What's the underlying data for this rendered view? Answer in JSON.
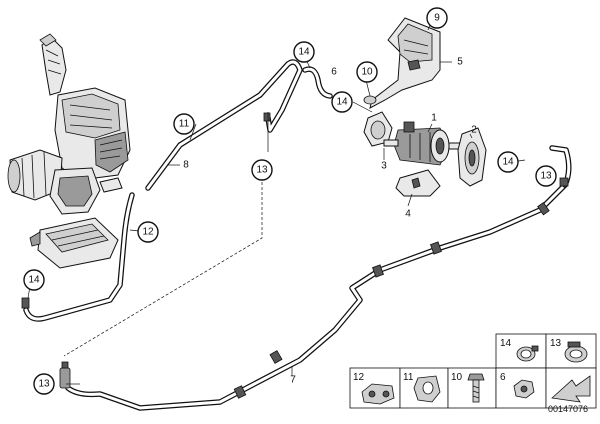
{
  "callouts": {
    "c9": "9",
    "c14_top": "14",
    "c10": "10",
    "c14_mid": "14",
    "c11": "11",
    "c13_mid": "13",
    "c12": "12",
    "c14_left": "14",
    "c14_right": "14",
    "c13_right": "13",
    "c13_bottom": "13"
  },
  "labels": {
    "l5": "5",
    "l6": "6",
    "l8": "8",
    "l1": "1",
    "l2": "2",
    "l3": "3",
    "l4": "4",
    "l7": "7"
  },
  "legend": {
    "items": {
      "i14": "14",
      "i13": "13",
      "i12": "12",
      "i11": "11",
      "i10": "10",
      "i6": "6"
    },
    "reference": "00147076"
  }
}
